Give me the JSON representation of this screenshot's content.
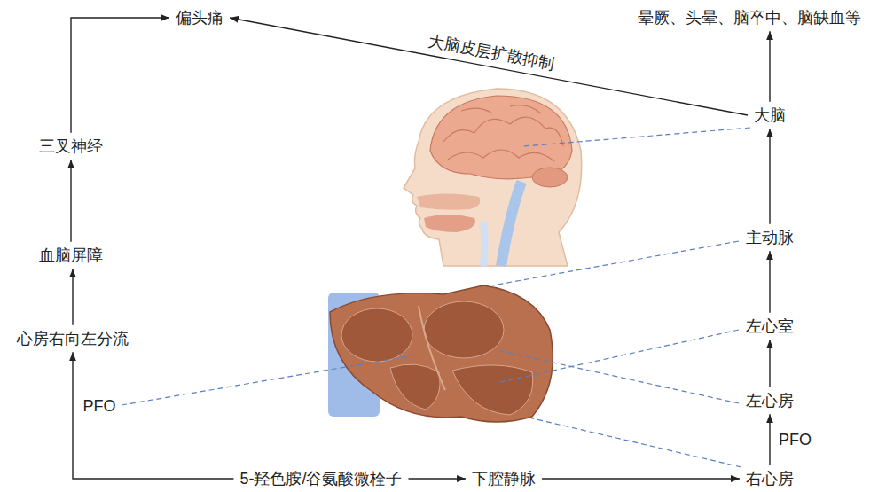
{
  "diagram": {
    "nodes": [
      {
        "text": [
          "偏头痛"
        ]
      },
      {
        "text": [
          "晕厥、头晕、脑卒中、脑缺血等"
        ]
      },
      {
        "text": [
          "大脑"
        ]
      },
      {
        "text": [
          "三叉神经"
        ]
      },
      {
        "text": [
          "主动脉"
        ]
      },
      {
        "text": [
          "血脑屏障"
        ]
      },
      {
        "text": [
          "左心室"
        ]
      },
      {
        "text": [
          "心房右向左分流"
        ]
      },
      {
        "text": [
          "左心房"
        ]
      },
      {
        "text": [
          "5-羟色胺/谷氨酸微栓子"
        ]
      },
      {
        "text": [
          "下腔静脉"
        ]
      },
      {
        "text": [
          "右心房"
        ]
      }
    ],
    "edges": [
      {
        "from": 9,
        "to": 10,
        "arrow": "to"
      },
      {
        "from": 10,
        "to": 11,
        "arrow": "to"
      },
      {
        "from": 11,
        "to": 8,
        "label": "PFO",
        "arrow": "to"
      },
      {
        "from": 8,
        "to": 6,
        "arrow": "to"
      },
      {
        "from": 6,
        "to": 4,
        "arrow": "to"
      },
      {
        "from": 4,
        "to": 2,
        "arrow": "to"
      },
      {
        "from": 2,
        "to": 1,
        "arrow": "to"
      },
      {
        "from": 2,
        "to": 0,
        "label": "大脑皮层扩散抑制",
        "arrow": "to"
      },
      {
        "from": 9,
        "to": 7,
        "arrow": "to"
      },
      {
        "from": 7,
        "to": 5,
        "arrow": "to"
      },
      {
        "from": 5,
        "to": 3,
        "arrow": "to"
      },
      {
        "from": 3,
        "to": 0,
        "arrow": "to"
      }
    ],
    "labels": [
      "PFO"
    ]
  }
}
